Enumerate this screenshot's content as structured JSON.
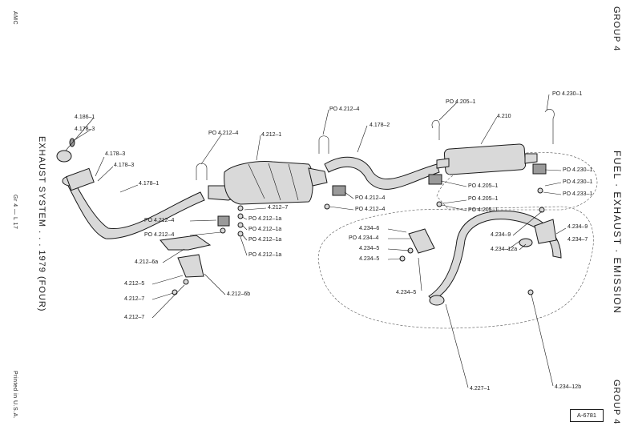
{
  "sidebar": {
    "amc": "AMC",
    "page_ref": "Gr 4 — L 17",
    "printed": "Printed in U.S.A.",
    "title": "EXHAUST SYSTEM . . . 1979 (FOUR)"
  },
  "right_margin": {
    "group_top": "GROUP 4",
    "group_bottom": "GROUP 4",
    "section": "FUEL · EXHAUST · EMISSION"
  },
  "figure_ref": "A-6781",
  "callouts": {
    "c01": "4.186–1",
    "c02": "4.178–3",
    "c03": "4.178–3",
    "c04": "4.178–3",
    "c05": "4.178–1",
    "c06": "PO 4.212–4",
    "c07": "4.212–1",
    "c08": "PO 4.212–4",
    "c09": "PO 4.212–4",
    "c10": "4.212–7",
    "c11": "PO 4.212–1a",
    "c12": "PO 4.212–1a",
    "c13": "PO 4.212–1a",
    "c14": "PO 4.212–1a",
    "c15": "4.212–6a",
    "c16": "4.212–5",
    "c17": "4.212–7",
    "c18": "4.212–6b",
    "c19": "4.212–7",
    "c20": "PO 4.212–4",
    "c21": "4.178–2",
    "c22": "PO 4.212–4",
    "c23": "PO 4.212–4",
    "c24": "PO 4.205–1",
    "c25": "4.210",
    "c26": "PO 4.230–1",
    "c27": "PO 4.205–1",
    "c28": "PO 4.205–1",
    "c29": "PO 4.205–1",
    "c30": "PO 4.230–1",
    "c31": "PO 4.230–1",
    "c32": "PO 4.233–1",
    "c33": "4.234–6",
    "c34": "PO 4.234–4",
    "c35": "4.234–5",
    "c36": "4.234–5",
    "c37": "4.234–5",
    "c38": "4.234–9",
    "c39": "4.234–9",
    "c40": "4.234–7",
    "c41": "4.234–12a",
    "c42": "4.227–1",
    "c43": "4.234–12b"
  }
}
